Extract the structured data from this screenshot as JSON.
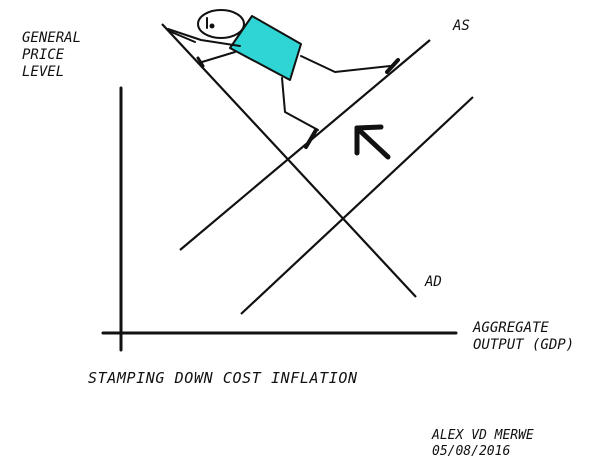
{
  "diagram": {
    "y_axis_label": [
      "GENERAL",
      "PRICE",
      "LEVEL"
    ],
    "x_axis_label": [
      "AGGREGATE",
      "OUTPUT (GDP)"
    ],
    "curves": {
      "supply_label": "AS",
      "demand_label": "AD"
    },
    "caption": "STAMPING DOWN COST INFLATION",
    "author": "ALEX VD MERWE",
    "date": "05/08/2016"
  },
  "colors": {
    "ink": "#111111",
    "shirt": "#2fd5d5"
  },
  "icons": {
    "figure": "stick-figure-stamping",
    "arrow": "bold-arrow-up-left"
  }
}
